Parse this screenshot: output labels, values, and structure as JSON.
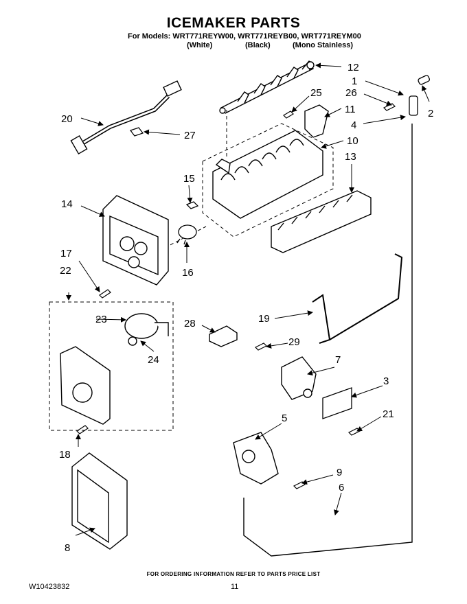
{
  "header": {
    "title": "ICEMAKER PARTS",
    "models_line": "For Models: WRT771REYW00, WRT771REYB00, WRT771REYM00",
    "variants": [
      "(White)",
      "(Black)",
      "(Mono Stainless)"
    ]
  },
  "callouts": [
    "1",
    "2",
    "3",
    "4",
    "5",
    "6",
    "7",
    "8",
    "9",
    "10",
    "11",
    "12",
    "13",
    "14",
    "15",
    "16",
    "17",
    "18",
    "19",
    "20",
    "21",
    "22",
    "23",
    "24",
    "25",
    "26",
    "27",
    "28",
    "29"
  ],
  "footer": {
    "ordering_note": "FOR ORDERING INFORMATION REFER TO PARTS PRICE LIST",
    "document_number": "W10423832",
    "page_number": "11"
  }
}
